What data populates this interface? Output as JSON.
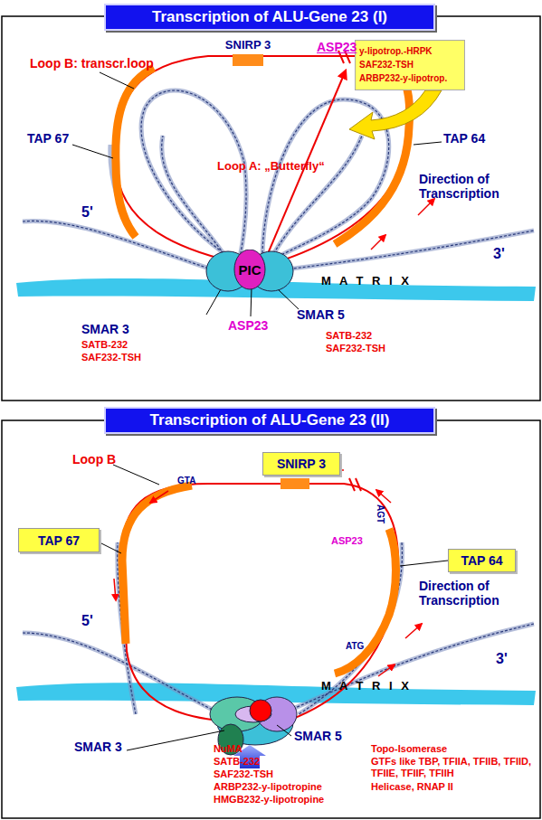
{
  "diagram": {
    "nodes": [
      {
        "text": [
          "Transcription of ALU-Gene 23 (I)"
        ]
      },
      {
        "text": [
          "SNIRP 3"
        ]
      },
      {
        "text": [
          "y-lipotrop.-HRPK",
          "SAF232-TSH",
          "ARBP232-y-lipotrop."
        ]
      },
      {
        "text": [
          "PIC"
        ]
      },
      {
        "text": [
          "Transcription of ALU-Gene 23 (II)"
        ]
      },
      {
        "text": [
          "SNIRP 3"
        ]
      },
      {
        "text": [
          "TAP 67"
        ]
      },
      {
        "text": [
          "TAP 64"
        ]
      }
    ],
    "labels": [
      "Loop B: transcr.loop",
      "ASP23",
      "TAP 67",
      "TAP 64",
      "Loop A: „Butterfly“",
      "Direction of Transcription",
      "5'",
      "3'",
      "M A T R I X",
      "SMAR 3",
      "SATB-232",
      "SAF232-TSH",
      "ASP23",
      "SMAR 5",
      "SATB-232",
      "SAF232-TSH",
      "Loop B",
      "GTA",
      "ASP23",
      "AGT",
      "Direction of Transcription",
      "5'",
      "3'",
      "ATG",
      "M A T R I X",
      "SMAR 3",
      "SMAR 5",
      "NuMA",
      "SATB-232",
      "SAF232-TSH",
      "ARBP232-y-lipotropine",
      "HMGB232-y-lipotropine",
      "Topo-Isomerase",
      "GTFs like TBP, TFIIA, TFIIB, TFIID, TFIIE, TFIIF, TFIIH",
      "Helicase, RNAP II"
    ]
  }
}
